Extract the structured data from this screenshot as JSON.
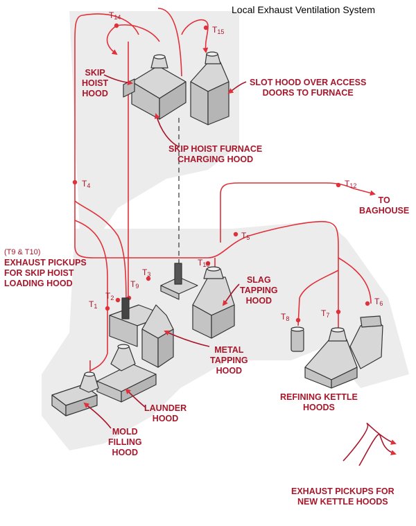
{
  "title": "Local Exhaust Ventilation System",
  "colors": {
    "duct": "#e0303a",
    "label": "#a8162a",
    "hood_fill": "#d7d7d7",
    "hood_stroke": "#333333",
    "background_blob": "#ededed"
  },
  "labels": {
    "skip_hoist_hood": [
      "SKIP",
      "HOIST",
      "HOOD"
    ],
    "slot_hood": [
      "SLOT HOOD OVER ACCESS",
      "DOORS TO FURNACE"
    ],
    "skip_hoist_furnace": [
      "SKIP HOIST FURNACE",
      "CHARGING HOOD"
    ],
    "baghouse": [
      "TO",
      "BAGHOUSE"
    ],
    "exhaust_pickups_skip": [
      "(T9 & T10)",
      "EXHAUST PICKUPS",
      "FOR SKIP HOIST",
      "LOADING HOOD"
    ],
    "slag_tapping": [
      "SLAG",
      "TAPPING",
      "HOOD"
    ],
    "metal_tapping": [
      "METAL",
      "TAPPING",
      "HOOD"
    ],
    "launder": [
      "LAUNDER",
      "HOOD"
    ],
    "mold_filling": [
      "MOLD",
      "FILLING",
      "HOOD"
    ],
    "refining_kettle": [
      "REFINING KETTLE",
      "HOODS"
    ],
    "new_kettle": [
      "EXHAUST PICKUPS FOR",
      "NEW KETTLE HOODS"
    ]
  },
  "test_points": [
    {
      "letter": "T",
      "num": "1"
    },
    {
      "letter": "T",
      "num": "2"
    },
    {
      "letter": "T",
      "num": "3"
    },
    {
      "letter": "T",
      "num": "4"
    },
    {
      "letter": "T",
      "num": "5"
    },
    {
      "letter": "T",
      "num": "6"
    },
    {
      "letter": "T",
      "num": "7"
    },
    {
      "letter": "T",
      "num": "8"
    },
    {
      "letter": "T",
      "num": "9"
    },
    {
      "letter": "T",
      "num": "10"
    },
    {
      "letter": "T",
      "num": "12"
    },
    {
      "letter": "T",
      "num": "14"
    },
    {
      "letter": "T",
      "num": "15"
    }
  ]
}
